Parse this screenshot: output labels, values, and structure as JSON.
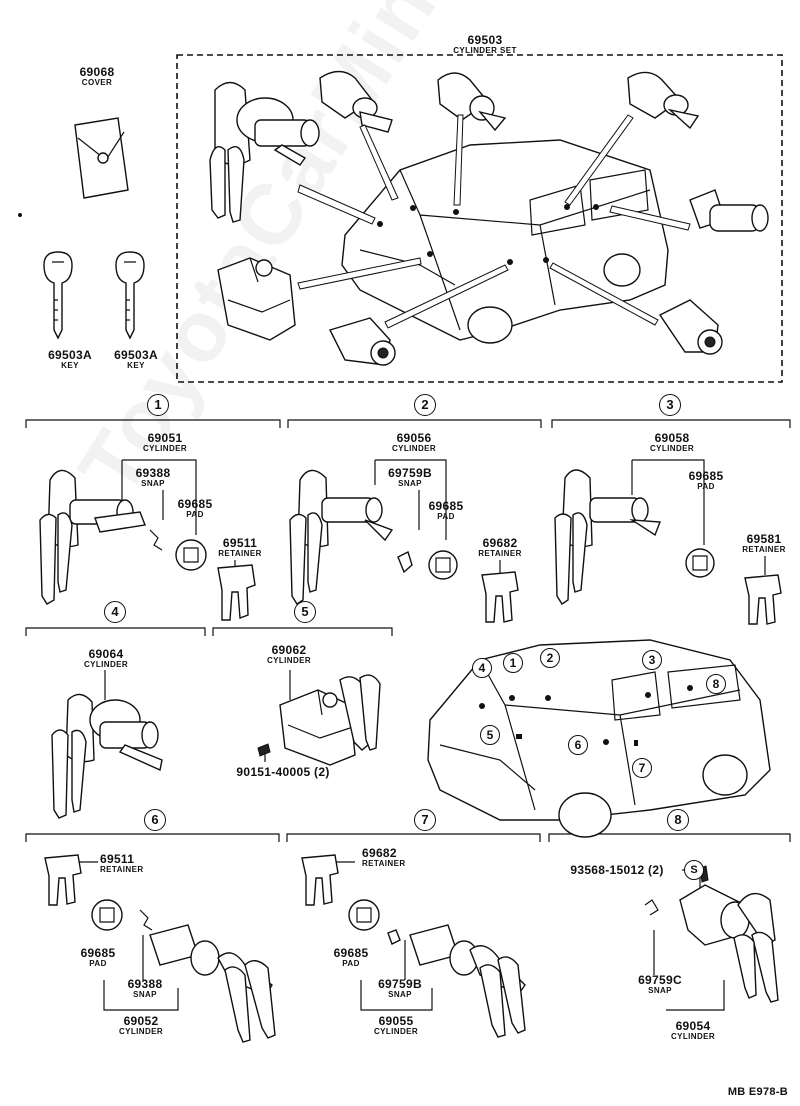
{
  "watermark": "ToyotaCarMine.ru",
  "reference": "MB E978-B",
  "top_parts": [
    {
      "id": "cover",
      "pn": "69068",
      "name": "COVER"
    },
    {
      "id": "key-a",
      "pn": "69503A",
      "name": "KEY"
    },
    {
      "id": "key-b",
      "pn": "69503A",
      "name": "KEY"
    },
    {
      "id": "cylinder-set",
      "pn": "69503",
      "name": "CYLINDER SET"
    }
  ],
  "sections": [
    {
      "num": "1",
      "parts": [
        {
          "pn": "69051",
          "name": "CYLINDER"
        },
        {
          "pn": "69388",
          "name": "SNAP"
        },
        {
          "pn": "69685",
          "name": "PAD"
        },
        {
          "pn": "69511",
          "name": "RETAINER"
        }
      ]
    },
    {
      "num": "2",
      "parts": [
        {
          "pn": "69056",
          "name": "CYLINDER"
        },
        {
          "pn": "69759B",
          "name": "SNAP"
        },
        {
          "pn": "69685",
          "name": "PAD"
        },
        {
          "pn": "69682",
          "name": "RETAINER"
        }
      ]
    },
    {
      "num": "3",
      "parts": [
        {
          "pn": "69058",
          "name": "CYLINDER"
        },
        {
          "pn": "69685",
          "name": "PAD"
        },
        {
          "pn": "69581",
          "name": "RETAINER"
        }
      ]
    },
    {
      "num": "4",
      "parts": [
        {
          "pn": "69064",
          "name": "CYLINDER"
        }
      ]
    },
    {
      "num": "5",
      "parts": [
        {
          "pn": "69062",
          "name": "CYLINDER"
        },
        {
          "pn": "90151-40005 (2)",
          "name": ""
        }
      ]
    },
    {
      "num": "6",
      "parts": [
        {
          "pn": "69511",
          "name": "RETAINER"
        },
        {
          "pn": "69685",
          "name": "PAD"
        },
        {
          "pn": "69388",
          "name": "SNAP"
        },
        {
          "pn": "69052",
          "name": "CYLINDER"
        }
      ]
    },
    {
      "num": "7",
      "parts": [
        {
          "pn": "69682",
          "name": "RETAINER"
        },
        {
          "pn": "69685",
          "name": "PAD"
        },
        {
          "pn": "69759B",
          "name": "SNAP"
        },
        {
          "pn": "69055",
          "name": "CYLINDER"
        }
      ]
    },
    {
      "num": "8",
      "parts": [
        {
          "pn": "93568-15012 (2)",
          "name": ""
        },
        {
          "pn": "S",
          "name": ""
        },
        {
          "pn": "69759C",
          "name": "SNAP"
        },
        {
          "pn": "69054",
          "name": "CYLINDER"
        }
      ]
    }
  ],
  "van_callouts": [
    "4",
    "1",
    "2",
    "3",
    "8",
    "5",
    "6",
    "7"
  ]
}
